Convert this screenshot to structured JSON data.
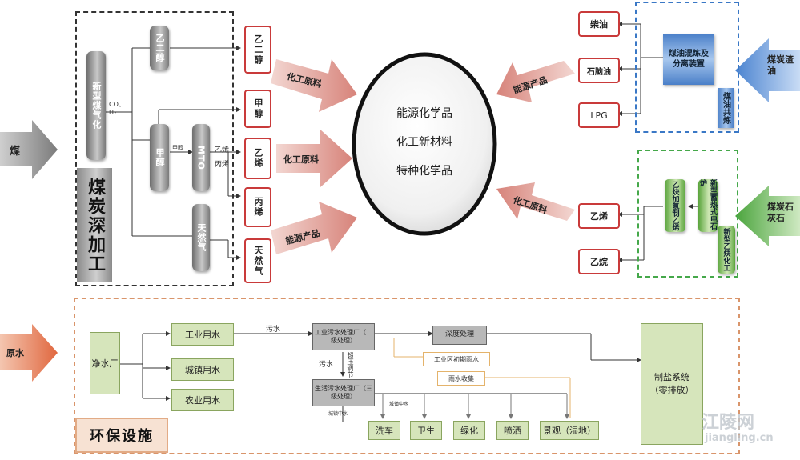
{
  "coal": {
    "input": "煤",
    "section_title": "煤炭深加工",
    "gasification": "新型煤气化",
    "syngas_label": "CO、H₂",
    "ethylene_glycol_cyl": "乙二醇",
    "methanol_cyl": "甲醇",
    "mto_cyl": "MTO",
    "sng_cyl": "天然气",
    "methanol_small": "甲醇",
    "olefin_small_1": "乙烯",
    "olefin_small_2": "丙烯",
    "products": [
      "乙二醇",
      "甲醇",
      "乙烯",
      "丙烯",
      "天然气"
    ]
  },
  "arrows": {
    "chem_feed_top": "化工原料",
    "chem_feed_mid": "化工原料",
    "energy_bottom": "能源产品",
    "energy_right": "能源产品",
    "chem_feed_right": "化工原料"
  },
  "center": {
    "line1": "能源化学品",
    "line2": "化工新材料",
    "line3": "特种化学品"
  },
  "oil": {
    "input": "煤炭渣油",
    "refining": "煤油混炼及分离装置",
    "coprocessing": "煤油共炼",
    "products": [
      "柴油",
      "石脑油",
      "LPG"
    ]
  },
  "acetylene": {
    "input": "煤炭石灰石",
    "new_carbide": "新型乙炔化工",
    "furnace": "新型蓄热式电石炉",
    "hydrogenation": "乙炔加氢制乙烯",
    "products": [
      "乙烯",
      "乙烷"
    ]
  },
  "env": {
    "title": "环保设施",
    "input": "原水",
    "plant": "净水厂",
    "uses": [
      "工业用水",
      "城镇用水",
      "农业用水"
    ],
    "wastewater_label_1": "污水",
    "wastewater_label_2": "污水",
    "industrial_plant": "工业污水处理厂（二级处理）",
    "domestic_plant": "生活污水处理厂（三级处理）",
    "buffer": "超压调节",
    "deep_treatment": "深度处理",
    "rainwater_initial": "工业区初期雨水",
    "rainwater_collect": "雨水收集",
    "reclaimed_1": "城镇中水",
    "reclaimed_2": "城镇中水",
    "reuse": [
      "洗车",
      "卫生",
      "绿化",
      "喷洒",
      "景观（湿地）"
    ],
    "salt_system": "制盐系统（零排放）"
  },
  "watermark": {
    "brand": "江陵网",
    "url": "jiangling.cn"
  },
  "colors": {
    "coal_arrow": "#8a8a8a",
    "oil_arrow": "#5b8fd6",
    "lime_arrow": "#5aae4a",
    "water_arrow": "#e0704a",
    "product_box_border": "#c93a3a",
    "env_box": "#d6e5bb"
  }
}
